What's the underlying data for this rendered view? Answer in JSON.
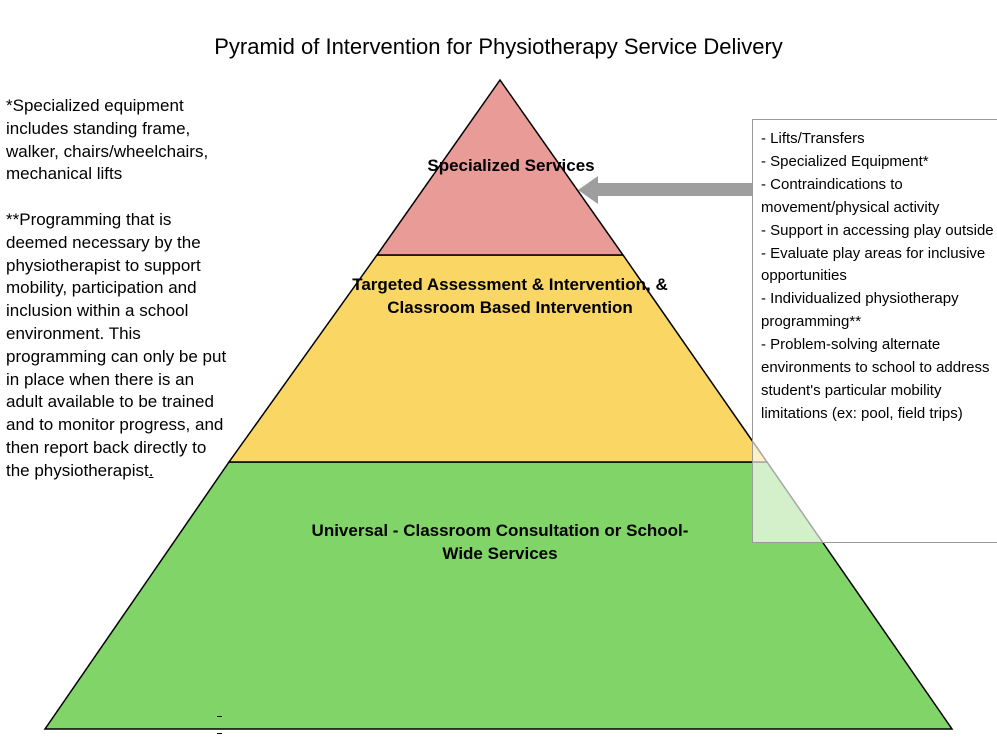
{
  "title": "Pyramid of Intervention for Physiotherapy Service Delivery",
  "footnotes": {
    "equipment": "*Specialized equipment includes standing frame, walker, chairs/wheelchairs, mechanical lifts",
    "programming": "**Programming that is deemed necessary by the physiotherapist to support mobility, participation and inclusion within a school environment. This programming can only be put in place when there is an adult available to be trained and to monitor progress, and then report back directly to the physiotherapist",
    "programming_end": "."
  },
  "pyramid": {
    "tiers": [
      {
        "label": "Specialized Services",
        "color": "#e89b97"
      },
      {
        "label": "Targeted Assessment & Intervention, & Classroom Based Intervention",
        "color": "#fad765"
      },
      {
        "label": "Universal - Classroom Consultation or School-Wide Services",
        "color": "#80d468"
      }
    ],
    "outline_color": "#000000"
  },
  "arrow": {
    "color": "#9e9e9e"
  },
  "callout": {
    "items": [
      "- Lifts/Transfers",
      "- Specialized Equipment*",
      "- Contraindications to movement/physical activity",
      "- Support in accessing play outside",
      "- Evaluate play areas for inclusive opportunities",
      "- Individualized physiotherapy programming**",
      "- Problem-solving alternate environments to school to address student's particular mobility limitations (ex: pool, field trips)"
    ]
  }
}
